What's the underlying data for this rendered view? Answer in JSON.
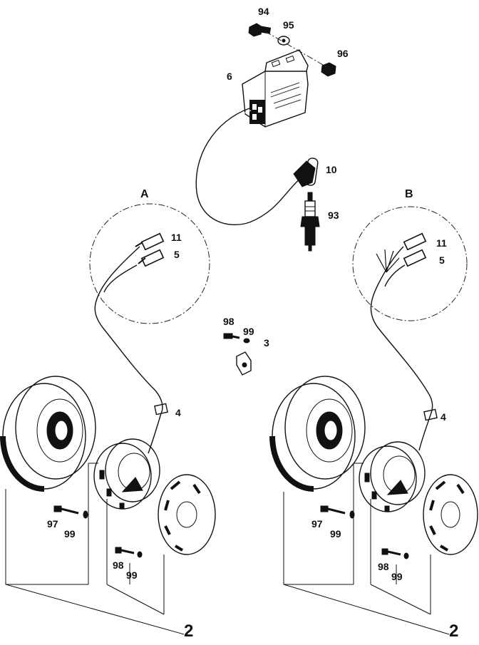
{
  "diagram": {
    "variant_labels": {
      "a": "A",
      "b": "B"
    },
    "callouts": {
      "c94": "94",
      "c95": "95",
      "c96": "96",
      "c6": "6",
      "c10": "10",
      "c93": "93",
      "a11": "11",
      "a5": "5",
      "b11": "11",
      "b5": "5",
      "c98": "98",
      "c99": "99",
      "c3": "3",
      "a4": "4",
      "b4": "4",
      "a97": "97",
      "a99a": "99",
      "a98": "98",
      "a99b": "99",
      "b97": "97",
      "b99a": "99",
      "b98": "98",
      "b99b": "99",
      "a2": "2",
      "b2": "2"
    }
  }
}
